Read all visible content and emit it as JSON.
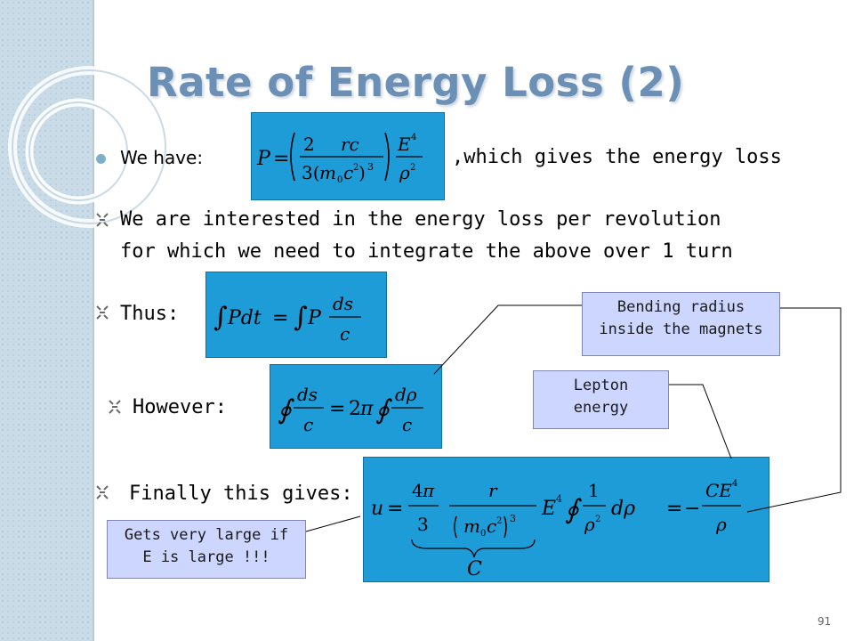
{
  "slide": {
    "title": "Rate of Energy Loss (2)",
    "page_number": "91"
  },
  "bullets": {
    "we_have_label": "We have:",
    "gives_text": ",which gives the energy loss",
    "interested_line1": "We are interested in the energy loss per revolution",
    "interested_line2": "for which we need to integrate the above over 1 turn",
    "thus_label": "Thus:",
    "however_label": "However:",
    "finally_label": "Finally this gives:"
  },
  "callouts": {
    "bending_radius_line1": "Bending radius",
    "bending_radius_line2": "inside the magnets",
    "lepton_line1": "Lepton",
    "lepton_line2": "energy",
    "large_line1": "Gets very large if",
    "large_line2": "E is large !!!"
  },
  "equations": {
    "power": "P = (2 rc / 3(m0c²)³) E⁴/ρ²",
    "thus": "∫Pdt = ∫P ds/c",
    "however": "∮ds/c = 2π∮dρ/c",
    "final": "u = 4π/3 · r/(m0c²)³ · E⁴ ∮ 1/ρ² dρ = −CE⁴/ρ"
  },
  "colors": {
    "title": "#6b8fb5",
    "equation_box": "#1e9cd8",
    "callout_fill": "#ccd6ff",
    "sidebar": "#c9dbe6"
  }
}
